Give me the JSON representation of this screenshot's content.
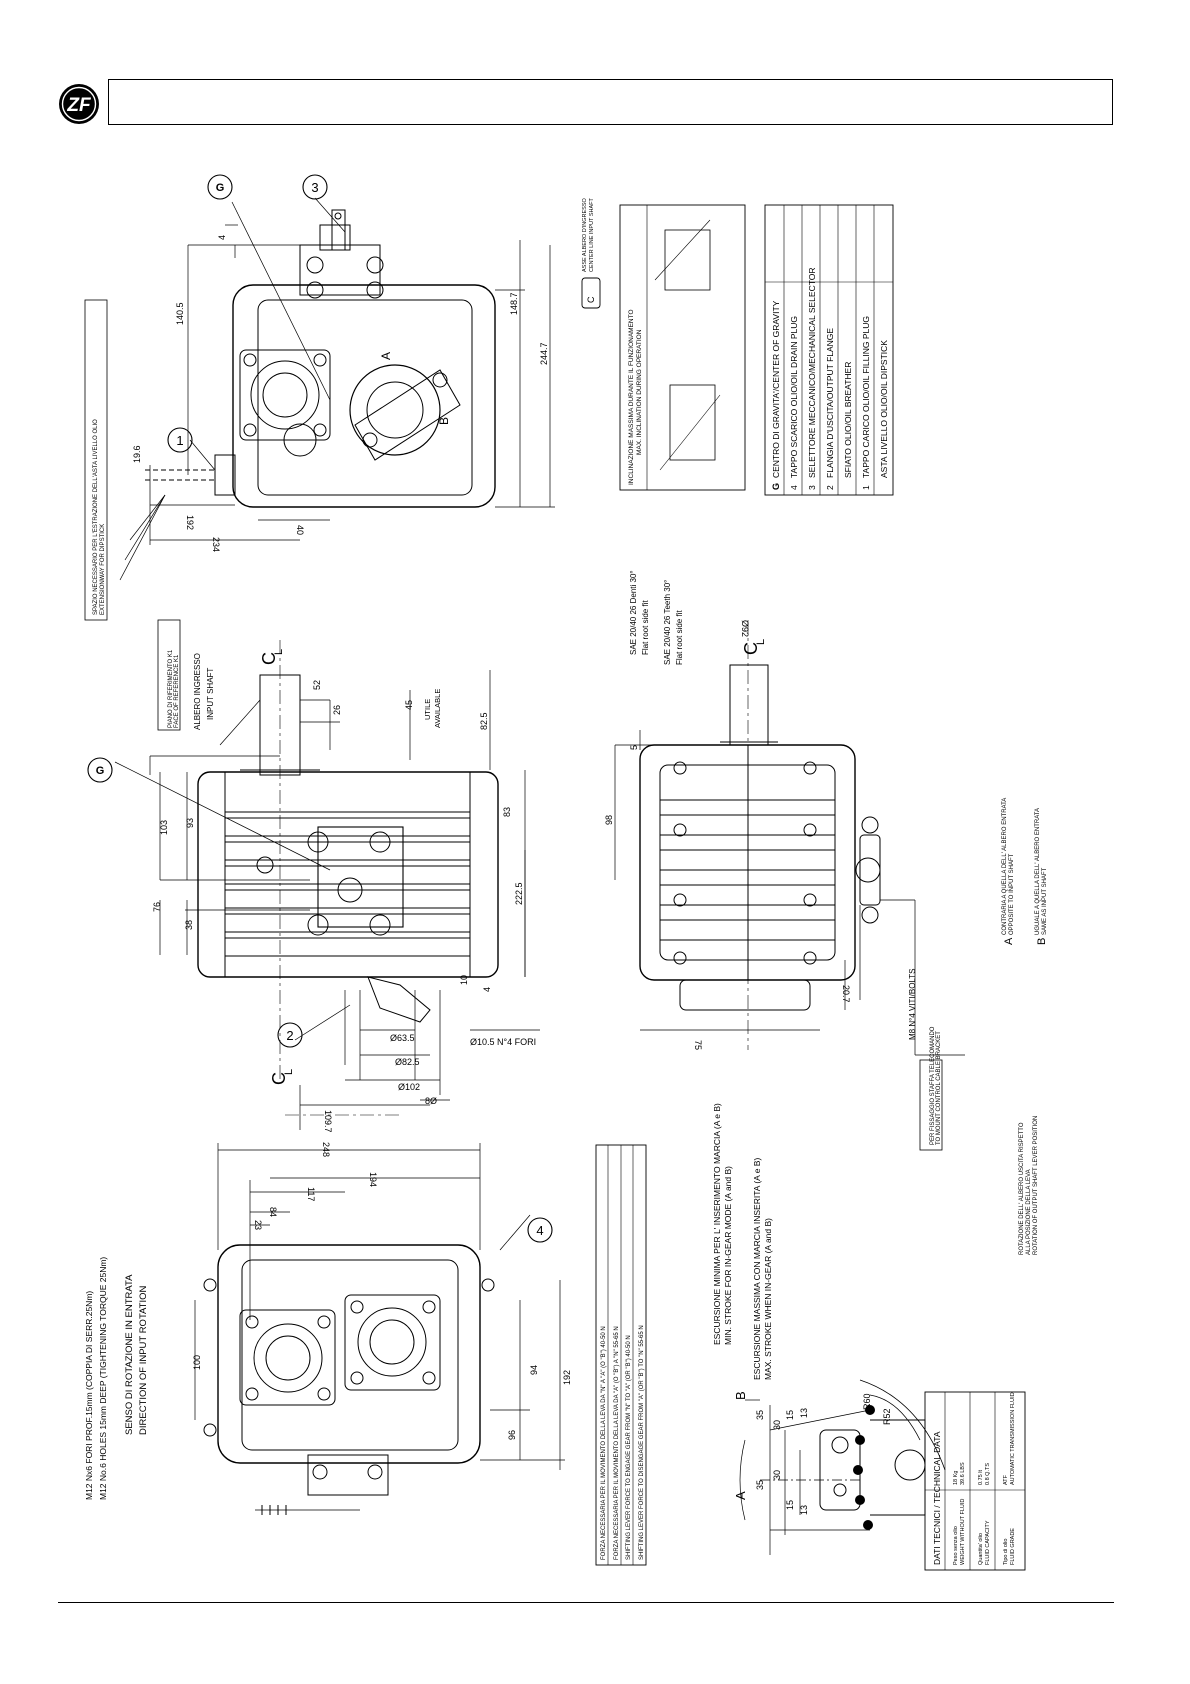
{
  "header": {
    "logo_text": "ZF"
  },
  "dimensions": {
    "d140_5": "140.5",
    "d148_7": "148.7",
    "d244_7": "244.7",
    "d19_6": "19.6",
    "d192": "192",
    "d234": "234",
    "d40": "40",
    "d4": "4",
    "d52": "52",
    "d26": "26",
    "d45": "45",
    "d82_5": "82.5",
    "d83": "83",
    "d103": "103",
    "d93": "93",
    "d76": "76",
    "d38": "38",
    "d222_5": "222.5",
    "d10": "10",
    "d4b": "4",
    "d63_5": "Ø63.5",
    "d82_5b": "Ø82.5",
    "d102": "Ø102",
    "d8": "8Ø",
    "d109_7": "109.7",
    "d10_5": "Ø10.5 N°4 FORI",
    "d98": "98",
    "d5": "5",
    "d92": "Ø92",
    "d75": "75",
    "d20_7": "20.7",
    "d248": "248",
    "d194": "194",
    "d117": "117",
    "d84": "84",
    "d23": "23",
    "d100": "100",
    "d94": "94",
    "d96": "96",
    "d192b": "192",
    "d35a": "35",
    "d35b": "35",
    "d30a": "30",
    "d30b": "30",
    "d15a": "15",
    "d15b": "15",
    "d13a": "13",
    "d13b": "13",
    "r60": "R60",
    "r52": "R52",
    "lA": "A",
    "lB": "B",
    "cl": "C",
    "cl_sub": "L",
    "balloonA": "A",
    "balloonB": "B"
  },
  "balloons": {
    "b1": "1",
    "b2": "2",
    "b3": "3",
    "b4": "4",
    "g": "G"
  },
  "notes": {
    "dipstick_it": "SPAZIO NECESSARIO PER L'ESTRAZIONE DELL'ASTA LIVELLO OLIO",
    "dipstick_en": "EXTENSIONWAY FOR DIPSTICK",
    "ref_it": "PIANO DI RIFERIMENTO K1",
    "ref_en": "FACE OF REFERENCE K1",
    "input_it": "ALBERO INGRESSO",
    "input_en": "INPUT SHAFT",
    "utile1": "UTILE",
    "utile2": "AVAILABLE",
    "sae1_it": "SAE 20/40  26 Denti 30°",
    "sae1_en": "Flat root side fit",
    "sae2_it": "SAE 20/40  26 Teeth 30°",
    "sae2_en": "Flat root side fit",
    "cl_box_it": "ASSE ALBERO D'INGRESSO",
    "cl_box_en": "CENTER LINE INPUT SHAFT",
    "incl_it": "INCLINAZIONE MASSIMA DURANTE IL FUNZIONAMENTO",
    "incl_en": "MAX. INCLINATION DURING OPERATION",
    "m12_it": "M12 Nx6 FORI PROF.15mm (COPPIA DI SERR.25Nm)",
    "m12_en": "M12 No.6 HOLES 15mm DEEP (TIGHTENING TORQUE 25Nm)",
    "rot_it": "SENSO DI ROTAZIONE IN ENTRATA",
    "rot_en": "DIRECTION OF INPUT ROTATION",
    "m8": "M8 N°4 VITI/BOLTS",
    "bracket_it": "PER FISSAGGIO STAFFA TELECOMANDO",
    "bracket_en": "TO MOUNT CONTROL CABLE BRACKET",
    "a_it": "CONTRARIA A QUELLA DELL' ALBERO ENTRATA",
    "a_en": "OPPOSITE TO INPUT SHAFT",
    "b_it": "UGUALE A QUELLA DELL' ALBERO ENTRATA",
    "b_en": "SAME AS INPUT SHAFT",
    "rot_out_it1": "ROTAZIONE DELL' ALBERO USCITA RISPETTO",
    "rot_out_it2": "ALLA POSIZIONE DELLA LEVA",
    "rot_out_en": "ROTATION OF OUTPUT SHAFT LEVER POSITION",
    "min_it": "ESCURSIONE MINIMA PER L' INSERIMENTO MARCIA (A e B)",
    "min_en": "MIN. STROKE FOR IN-GEAR MODE (A and B)",
    "max_it": "ESCURSIONE MASSIMA CON MARCIA INSERITA (A e B)",
    "max_en": "MAX. STROKE WHEN IN-GEAR (A and B)"
  },
  "legend": [
    {
      "key": "G",
      "text": "CENTRO DI GRAVITA'/CENTER OF GRAVITY"
    },
    {
      "key": "4",
      "text": "TAPPO SCARICO OLIO/OIL DRAIN PLUG"
    },
    {
      "key": "3",
      "text": "SELETTORE MECCANICO/MECHANICAL SELECTOR"
    },
    {
      "key": "2",
      "text": "FLANGIA D'USCITA/OUTPUT FLANGE"
    },
    {
      "key": "",
      "text": "SFIATO OLIO/OIL BREATHER"
    },
    {
      "key": "1",
      "text": "TAPPO CARICO OLIO/OIL FILLING PLUG"
    },
    {
      "key": "",
      "text": "ASTA LIVELLO OLIO/OIL DIPSTICK"
    }
  ],
  "forces": [
    "FORZA NECESSARIA PER IL MOVIMENTO DELLA LEVA DA \"N\" A \"A\" (O \"B\") 40-50 N",
    "FORZA NECESSARIA PER IL MOVIMENTO DELLA LEVA DA \"A\" (O \"B\") A \"N\" 55-65 N",
    "SHIFTING LEVER FORCE TO ENGAGE GEAR FROM \"N\" TO \"A\" (OR \"B\") 40-50 N",
    "SHIFTING LEVER FORCE TO DISENGAGE GEAR FROM \"A\" (OR \"B\") TO \"N\" 55-65 N"
  ],
  "technical": {
    "title": "DATI TECNICI / TECHNICAL DATA",
    "rows": [
      {
        "it": "Peso senza olio",
        "en": "WEIGHT WITHOUT FLUID",
        "v1": "18 Kg",
        "v2": "39.6 LBS"
      },
      {
        "it": "Quantita' olio",
        "en": "FLUID CAPACITY",
        "v1": "0.75 lt",
        "v2": "0.8 Q.TS"
      },
      {
        "it": "Tipo di olio",
        "en": "FLUID GRADE",
        "v1": "ATF",
        "v2": "AUTOMATIC TRANSMISSION FLUID"
      }
    ]
  }
}
